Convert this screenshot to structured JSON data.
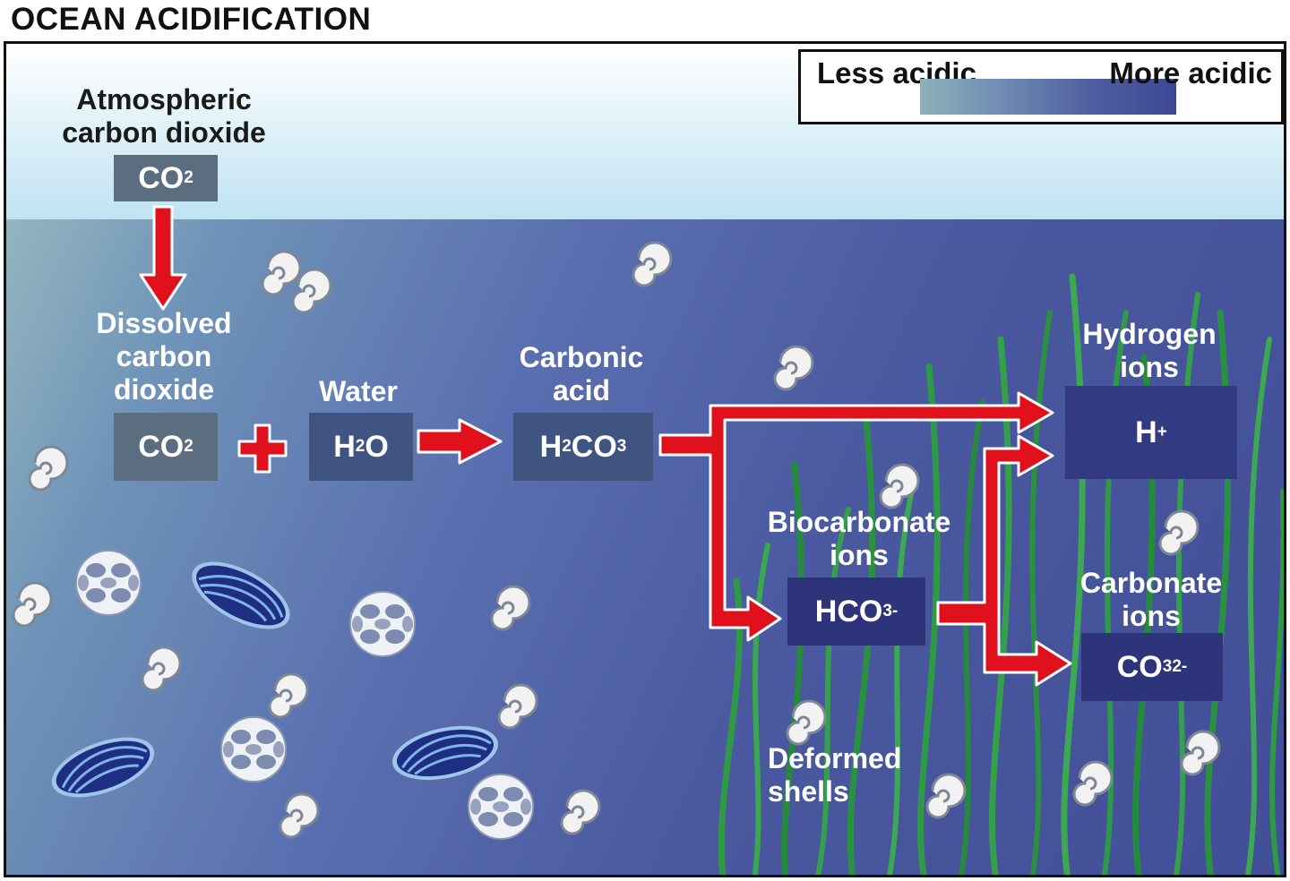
{
  "title": "OCEAN ACIDIFICATION",
  "legend": {
    "left": "Less\nacidic",
    "right": "More\nacidic",
    "gradient_start": "#8cb2ba",
    "gradient_end": "#3c4896"
  },
  "nodes": {
    "atmospheric": {
      "label": "Atmospheric\ncarbon dioxide",
      "formula": "CO",
      "sub": "2"
    },
    "dissolved": {
      "label": "Dissolved\ncarbon\ndioxide",
      "formula": "CO",
      "sub": "2"
    },
    "plus": "+",
    "water": {
      "label": "Water",
      "formula_a": "H",
      "sub": "2",
      "formula_b": "O"
    },
    "carbonic": {
      "label": "Carbonic\nacid",
      "formula_a": "H",
      "sub_a": "2",
      "formula_b": "CO",
      "sub_b": "3"
    },
    "hydrogen": {
      "label": "Hydrogen\nions",
      "formula": "H",
      "sup": "+"
    },
    "bicarbonate": {
      "label": "Biocarbonate\nions",
      "formula": "HCO",
      "sub": "3",
      "sup": "-"
    },
    "carbonate": {
      "label": "Carbonate\nions",
      "formula": "CO",
      "sub": "3",
      "sup": "2-"
    },
    "deformed": {
      "label": "Deformed\nshells"
    }
  },
  "colors": {
    "arrow": "#e0101d",
    "kelp": "#2f9a45",
    "shell": "#f2f2f2",
    "mussel": "#1e2e82"
  },
  "icons": [
    "shell-icon",
    "mussel-icon",
    "coccolith-icon",
    "kelp-icon",
    "arrow-icon"
  ]
}
